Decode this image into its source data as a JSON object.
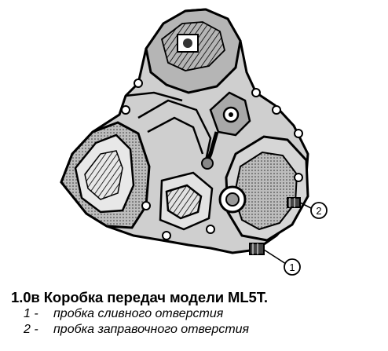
{
  "figure": {
    "callouts": [
      {
        "number": "1"
      },
      {
        "number": "2"
      }
    ]
  },
  "caption": {
    "title": "1.0в Коробка передач модели ML5T.",
    "legend": [
      {
        "number": "1 -",
        "text": "пробка сливного отверстия"
      },
      {
        "number": "2 -",
        "text": "пробка заправочного отверстия"
      }
    ]
  }
}
